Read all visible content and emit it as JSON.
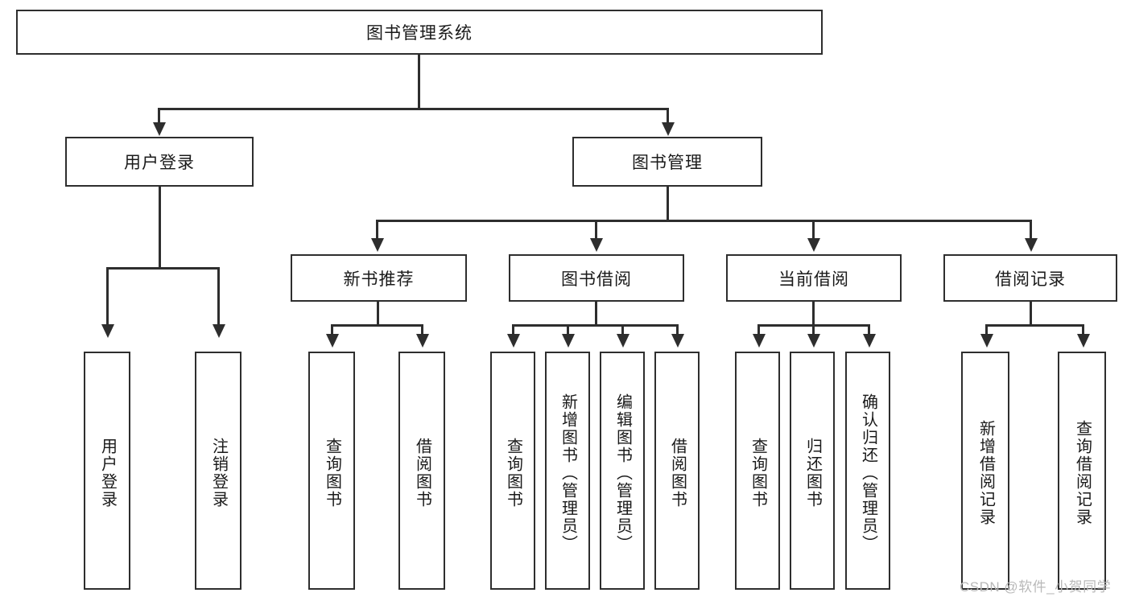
{
  "diagram": {
    "title_node": {
      "label": "图书管理系统"
    },
    "level2": [
      {
        "label": "用户登录"
      },
      {
        "label": "图书管理"
      }
    ],
    "level3": [
      {
        "label": "新书推荐"
      },
      {
        "label": "图书借阅"
      },
      {
        "label": "当前借阅"
      },
      {
        "label": "借阅记录"
      }
    ],
    "leaves": {
      "user_login": [
        {
          "label": "用户登录"
        },
        {
          "label": "注销登录"
        }
      ],
      "new_book": [
        {
          "label": "查询图书"
        },
        {
          "label": "借阅图书"
        }
      ],
      "book_borrow": [
        {
          "label": "查询图书"
        },
        {
          "label": "新增图书（管理员）"
        },
        {
          "label": "编辑图书（管理员）"
        },
        {
          "label": "借阅图书"
        }
      ],
      "current_borrow": [
        {
          "label": "查询图书"
        },
        {
          "label": "归还图书"
        },
        {
          "label": "确认归还（管理员）"
        }
      ],
      "borrow_record": [
        {
          "label": "新增借阅记录"
        },
        {
          "label": "查询借阅记录"
        }
      ]
    }
  },
  "watermark": {
    "text": "CSDN @软件_小贺同学"
  },
  "colors": {
    "stroke": "#2e2e2e",
    "background": "#ffffff",
    "text": "#1a1a1a",
    "watermark": "#b9b9b9"
  }
}
